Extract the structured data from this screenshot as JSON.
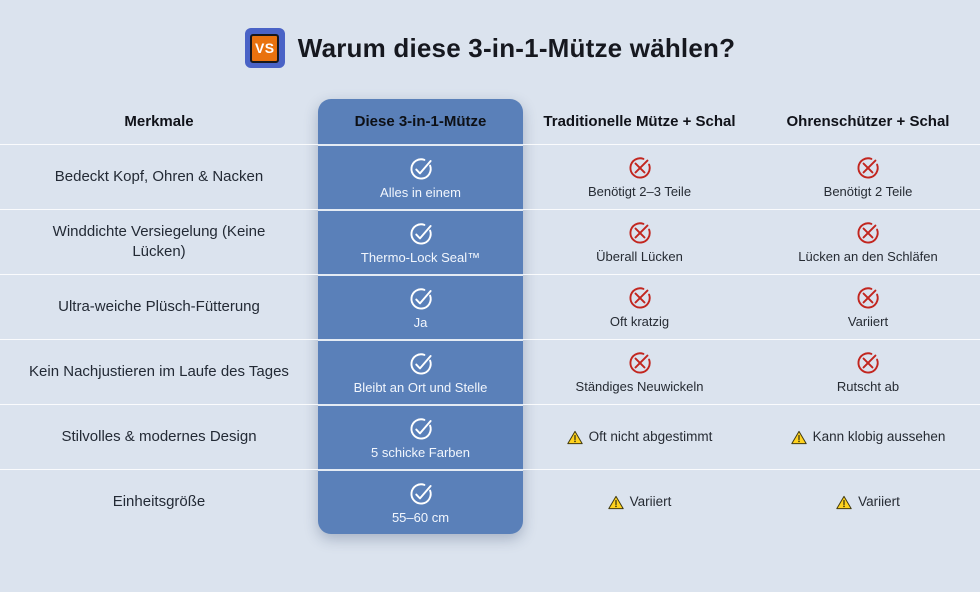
{
  "header": {
    "badge": "VS",
    "title": "Warum diese 3-in-1-Mütze wählen?"
  },
  "colors": {
    "background": "#dbe3ee",
    "accent_blue": "#5a80b9",
    "badge_blue": "#4a63c6",
    "badge_orange": "#e9720e",
    "error_red": "#c2261f",
    "warning_yellow": "#ffd21e"
  },
  "table": {
    "columns": [
      {
        "label": "Merkmale"
      },
      {
        "label": "Diese 3-in-1-Mütze"
      },
      {
        "label": "Traditionelle Mütze + Schal"
      },
      {
        "label": "Ohrenschützer + Schal"
      }
    ],
    "rows": [
      {
        "feature": "Bedeckt Kopf, Ohren & Nacken",
        "product": {
          "icon": "check-circle-icon",
          "label": "Alles in einem"
        },
        "traditional": {
          "icon": "x-circle-icon",
          "label": "Benötigt 2–3 Teile"
        },
        "earmuffs": {
          "icon": "x-circle-icon",
          "label": "Benötigt 2 Teile"
        }
      },
      {
        "feature": "Winddichte Versiegelung (Keine Lücken)",
        "product": {
          "icon": "check-circle-icon",
          "label": "Thermo-Lock Seal™"
        },
        "traditional": {
          "icon": "x-circle-icon",
          "label": "Überall Lücken"
        },
        "earmuffs": {
          "icon": "x-circle-icon",
          "label": "Lücken an den Schläfen"
        }
      },
      {
        "feature": "Ultra-weiche Plüsch-Fütterung",
        "product": {
          "icon": "check-circle-icon",
          "label": "Ja"
        },
        "traditional": {
          "icon": "x-circle-icon",
          "label": "Oft kratzig"
        },
        "earmuffs": {
          "icon": "x-circle-icon",
          "label": "Variiert"
        }
      },
      {
        "feature": "Kein Nachjustieren im Laufe des Tages",
        "product": {
          "icon": "check-circle-icon",
          "label": "Bleibt an Ort und Stelle"
        },
        "traditional": {
          "icon": "x-circle-icon",
          "label": "Ständiges Neuwickeln"
        },
        "earmuffs": {
          "icon": "x-circle-icon",
          "label": "Rutscht ab"
        }
      },
      {
        "feature": "Stilvolles & modernes Design",
        "product": {
          "icon": "check-circle-icon",
          "label": "5 schicke Farben"
        },
        "traditional": {
          "icon": "warning-icon",
          "label": "Oft nicht abgestimmt"
        },
        "earmuffs": {
          "icon": "warning-icon",
          "label": "Kann klobig aussehen"
        }
      },
      {
        "feature": "Einheitsgröße",
        "product": {
          "icon": "check-circle-icon",
          "label": "55–60 cm"
        },
        "traditional": {
          "icon": "warning-icon",
          "label": "Variiert"
        },
        "earmuffs": {
          "icon": "warning-icon",
          "label": "Variiert"
        }
      }
    ]
  }
}
